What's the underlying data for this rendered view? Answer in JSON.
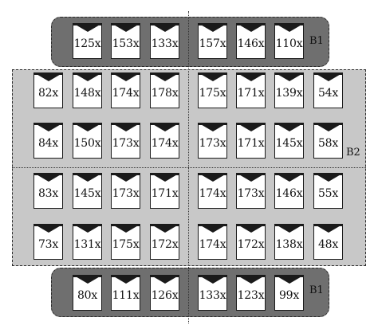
{
  "labels": {
    "top_zone": "B1",
    "middle_zone": "B2",
    "bottom_zone": "B1"
  },
  "colors": {
    "b1_fill": "#6f6f6f",
    "b2_fill": "#c8c8c8",
    "cell_fill": "#ffffff",
    "notch": "#1a1a1a"
  },
  "top_row": [
    "125x",
    "153x",
    "133x",
    "157x",
    "146x",
    "110x"
  ],
  "middle_rows": [
    [
      "82x",
      "148x",
      "174x",
      "178x",
      "175x",
      "171x",
      "139x",
      "54x"
    ],
    [
      "84x",
      "150x",
      "173x",
      "174x",
      "173x",
      "171x",
      "145x",
      "58x"
    ],
    [
      "83x",
      "145x",
      "173x",
      "171x",
      "174x",
      "173x",
      "146x",
      "55x"
    ],
    [
      "73x",
      "131x",
      "175x",
      "172x",
      "174x",
      "172x",
      "138x",
      "48x"
    ]
  ],
  "bottom_row": [
    "80x",
    "111x",
    "126x",
    "133x",
    "123x",
    "99x"
  ]
}
